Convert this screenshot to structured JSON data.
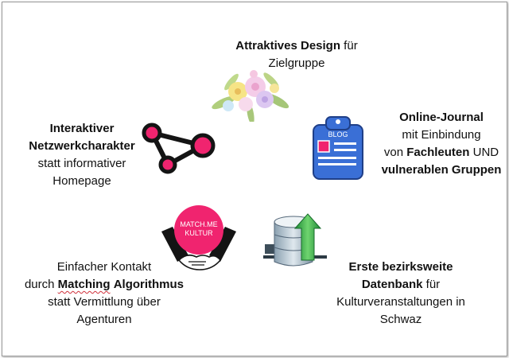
{
  "items": {
    "design": {
      "bold": "Attraktives Design",
      "rest": " für",
      "line2": "Zielgruppe"
    },
    "journal": {
      "title": "Online-Journal",
      "line2": "mit Einbindung",
      "line3_pre": "von ",
      "line3_bold": "Fachleuten",
      "line3_post": " UND",
      "line4": "vulnerablen Gruppen"
    },
    "network": {
      "line1": "Interaktiver",
      "line2": "Netzwerkcharakter",
      "line3": "statt informativer",
      "line4": "Homepage"
    },
    "matching": {
      "line1": "Einfacher Kontakt",
      "line2_pre": "durch ",
      "line2_bold1": "Matching",
      "line2_space": " ",
      "line2_bold2": "Algorithmus",
      "line3": "statt Vermittlung über",
      "line4": "Agenturen"
    },
    "database": {
      "line1": "Erste bezirksweite",
      "line2_bold": "Datenbank",
      "line2_rest": " für",
      "line3": "Kulturveranstaltungen in",
      "line4": "Schwaz"
    }
  },
  "icons": {
    "blog_label": "BLOG",
    "logo_line1": "MATCH.ME",
    "logo_line2": "KULTUR"
  },
  "colors": {
    "pink": "#f0246f",
    "network_dark": "#141414",
    "blog_blue": "#3a6fd6",
    "db_arrow": "#2fa84a"
  }
}
